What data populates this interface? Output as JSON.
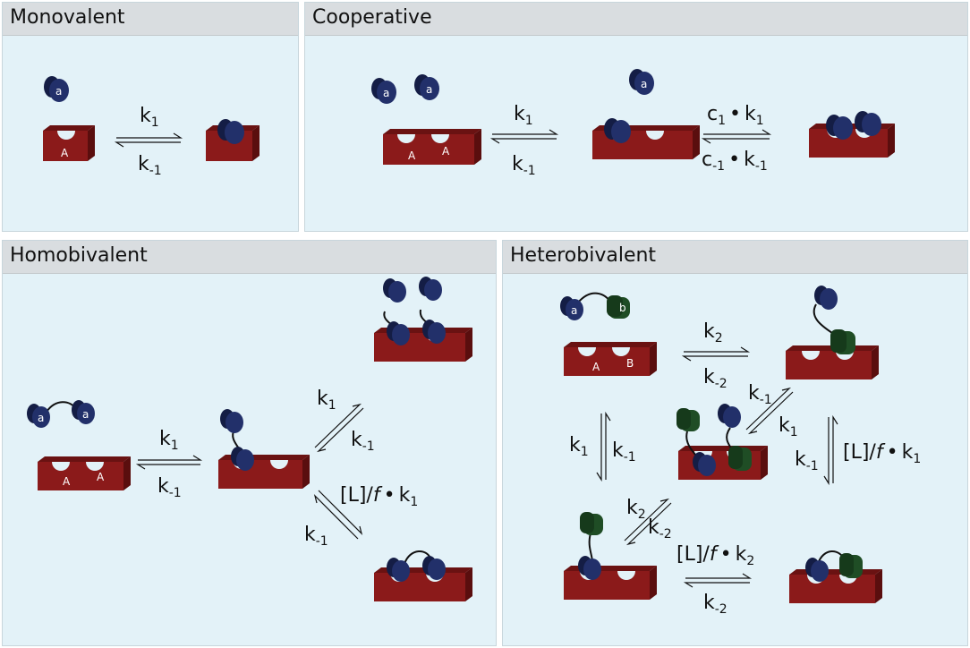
{
  "panels": {
    "monovalent": {
      "title": "Monovalent"
    },
    "cooperative": {
      "title": "Cooperative"
    },
    "homobivalent": {
      "title": "Homobivalent"
    },
    "heterobivalent": {
      "title": "Heterobivalent"
    }
  },
  "labels": {
    "ligand_a": "a",
    "ligand_b": "b",
    "site_A": "A",
    "site_B": "B"
  },
  "rates": {
    "k": "k",
    "c": "c",
    "sub_1": "1",
    "sub_m1": "-1",
    "sub_2": "2",
    "sub_m2": "-2",
    "dot": "•",
    "L_over_f_prefix": "[L]/",
    "f": "f"
  },
  "colors": {
    "receptor": "#8b1a1a",
    "ligand_a": "#1e2a5e",
    "ligand_b": "#1f4d25",
    "panel_bg": "#e3f2f8",
    "header_bg": "#d9dde0"
  }
}
